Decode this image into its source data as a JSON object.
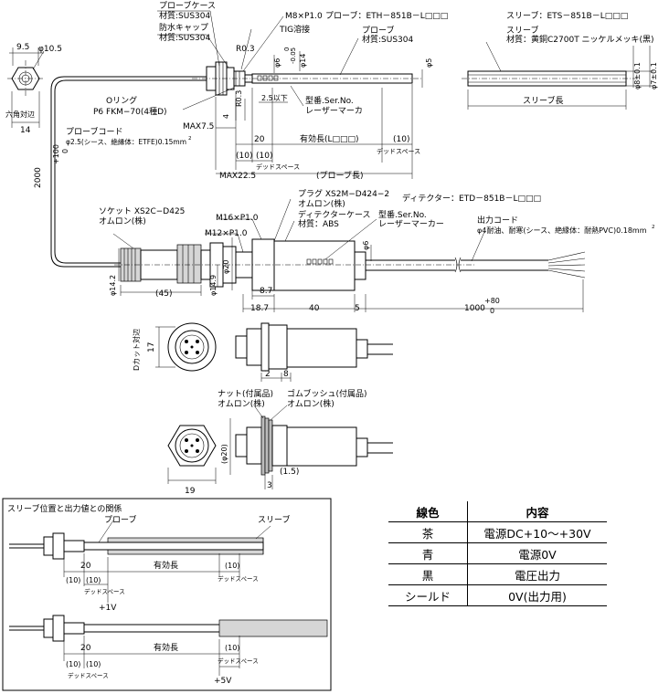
{
  "probe": {
    "title": "プローブ：ETH－851B－L□□□",
    "case_label_1": "プローブケース",
    "case_label_2": "材質:SUS304",
    "cap_label_1": "防水キャップ",
    "cap_label_2": "材質:SUS304",
    "thread": "M8×P1.0",
    "tig": "TIG溶接",
    "r03": "R0.3",
    "body_label_1": "プローブ",
    "body_label_2": "材質:SUS304",
    "dia_6_1": "φ6",
    "dia_6_2": "0",
    "dia_6_3": "-0.05",
    "dia_14": "φ14",
    "dia_5": "φ5",
    "oring_1": "Oリング",
    "oring_2": "P6 FKM−70(4種D)",
    "dim_2_5": "2.5以下",
    "model_1": "型番.Ser.No.",
    "model_2": "レーザーマーカ",
    "max75": "MAX7.5",
    "dim_20": "20",
    "eff_len": "有効長(L□□□)",
    "dim_10a": "(10)",
    "dim_10b": "(10)",
    "dim_10c": "(10)",
    "dead1": "デッドスペース",
    "dead2": "デッドスペース",
    "max225": "MAX22.5",
    "probe_len": "(プローブ長)",
    "dim_4": "4",
    "r03b": "R0.3"
  },
  "sleeve": {
    "title": "スリーブ：ETS－851B－L□□□",
    "label_1": "スリーブ",
    "label_2": "材質：黄銅C2700T ニッケルメッキ(黒)",
    "dia_8": "φ8±0.1",
    "dia_7": "φ7±0.1",
    "len": "スリーブ長"
  },
  "hexnut": {
    "dim_95": "9.5",
    "dia_105": "φ10.5",
    "hex": "六角対辺",
    "dim_14": "14"
  },
  "cord": {
    "label_1": "プローブコード",
    "label_2": "φ2.5(シース、絶縁体：ETFE)0.15mm",
    "sq": "2",
    "len": "2000",
    "tol_1": "+100",
    "tol_2": "0"
  },
  "socket": {
    "label_1": "ソケット XS2C−D425",
    "label_2": "オムロン(株)",
    "dia_142": "φ14.2",
    "dim_45": "(45)"
  },
  "plug": {
    "label_1": "プラグ XS2M−D424−2",
    "label_2": "オムロン(株)",
    "m16": "M16×P1.0",
    "m12": "M12×P1.0",
    "dia_20": "φ20",
    "dia_149": "φ14.9",
    "dim_87": "8.7",
    "dim_187": "18.7"
  },
  "detector": {
    "title": "ディテクター：ETD－851B－L□□□",
    "case_1": "ディテクターケース",
    "case_2": "材質：ABS",
    "model_1": "型番.Ser.No.",
    "model_2": "レーザーマーカー",
    "dia_6": "φ6",
    "dim_40": "40",
    "dim_5": "5",
    "dim_1000": "1000",
    "tol_1": "+80",
    "tol_2": "0"
  },
  "outcord": {
    "label_1": "出力コード",
    "label_2": "φ4耐油、耐寒(シース、絶縁体：耐熱PVC)0.18mm",
    "sq": "2"
  },
  "dcut": {
    "label": "Dカット対辺",
    "dim_17": "17",
    "dim_2": "2",
    "dim_8": "8"
  },
  "mount": {
    "nut_1": "ナット(付属品)",
    "nut_2": "オムロン(株)",
    "bush_1": "ゴムブッシュ(付属品)",
    "bush_2": "オムロン(株)",
    "dia_20": "(φ20)",
    "dim_19": "19",
    "dim_3": "3",
    "dim_15": "(1.5)"
  },
  "relation": {
    "title": "スリーブ位置と出力値との関係",
    "probe": "プローブ",
    "sleeve": "スリーブ",
    "dim_20a": "20",
    "dim_20b": "20",
    "eff_a": "有効長",
    "eff_b": "有効長",
    "d10a": "(10)",
    "d10b": "(10)",
    "d10c": "(10)",
    "d10d": "(10)",
    "d10e": "(10)",
    "d10f": "(10)",
    "dead_a": "デッドスペース",
    "dead_b": "デッドスペース",
    "dead_c": "デッドスペース",
    "dead_d": "デッドスペース",
    "v1": "+1V",
    "v5": "+5V"
  },
  "wire_table": {
    "headers": [
      "線色",
      "内容"
    ],
    "rows": [
      [
        "茶",
        "電源DC+10～+30V"
      ],
      [
        "青",
        "電源0V"
      ],
      [
        "黒",
        "電圧出力"
      ],
      [
        "シールド",
        "0V(出力用)"
      ]
    ]
  }
}
